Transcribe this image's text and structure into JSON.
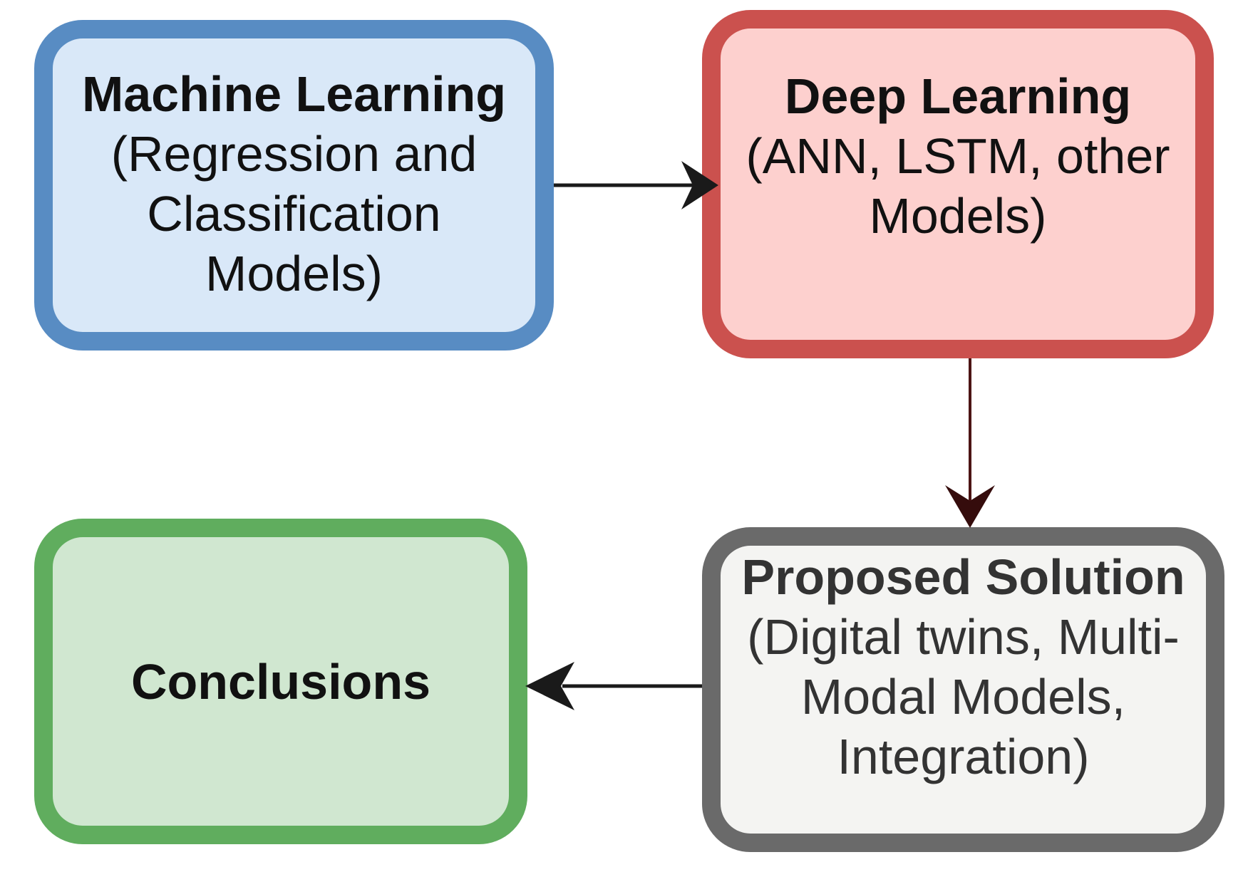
{
  "page": {
    "background": "#ffffff"
  },
  "colors": {
    "ml-border": "#588cc3",
    "ml-fill": "#d9e8f8",
    "dl-border": "#cb514e",
    "dl-fill": "#fdd0ce",
    "ps-border": "#6a6a6a",
    "ps-fill": "#f4f4f2",
    "co-border": "#60ad5e",
    "co-fill": "#d0e7d0",
    "arrow-black": "#1a1a1a",
    "arrow-maroon-line": "#4c1414",
    "arrow-maroon-head": "#350c0c",
    "text-dark": "#111111",
    "text-gray": "#333333"
  },
  "diagram": {
    "nodes": [
      {
        "id": "machine-learning",
        "title": "Machine Learning",
        "subtitle_lines": [
          "(Regression and",
          "Classification Models)"
        ]
      },
      {
        "id": "deep-learning",
        "title": "Deep Learning",
        "subtitle_lines": [
          "(ANN, LSTM, other",
          "Models)"
        ]
      },
      {
        "id": "proposed-solution",
        "title": "Proposed Solution",
        "subtitle_lines": [
          "(Digital twins, Multi-",
          "Modal Models,",
          "Integration)"
        ]
      },
      {
        "id": "conclusions",
        "title": "Conclusions",
        "subtitle_lines": []
      }
    ],
    "arrows": [
      {
        "name": "machine-learning-to-deep-learning",
        "direction": "right",
        "color": "#1a1a1a"
      },
      {
        "name": "deep-learning-to-proposed-solution",
        "direction": "down",
        "color": "#4c1414"
      },
      {
        "name": "proposed-solution-to-conclusions",
        "direction": "left",
        "color": "#1a1a1a"
      }
    ]
  }
}
